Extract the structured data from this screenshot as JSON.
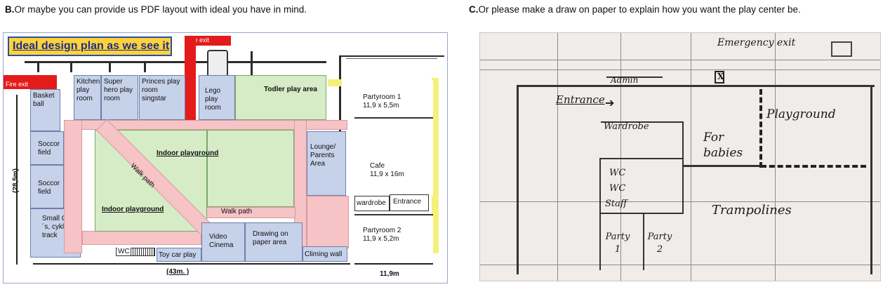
{
  "captions": {
    "left_letter": "B.",
    "left_text": "Or maybe you can provide us PDF layout with ideal you have in mind.",
    "right_letter": "C.",
    "right_text": "Or please make a draw on paper to explain how you want the play center be."
  },
  "plan": {
    "title": "Ideal design plan as we see it",
    "fire_exit_top": "Fire exit",
    "fire_exit_left": "Fire exit",
    "rooms": {
      "basket_ball": "Basket ball",
      "kitchen": "Kitchen play room",
      "super_hero": "Super hero play room",
      "princes": "Princes play room singstar",
      "lego": "Lego play room",
      "todler": "Todler play area",
      "partyroom1_name": "Partyroom 1",
      "partyroom1_size": "11,9 x 5,5m",
      "soccor1": "Soccor field",
      "soccor2": "Soccor field",
      "small_cars": "Small Car´s, cykle´s track",
      "indoor1": "Indoor playground",
      "indoor2": "Indoor playground",
      "walk1": "Walk path",
      "walk2": "Walk path",
      "lounge": "Lounge/ Parents Area",
      "cafe_name": "Cafe",
      "cafe_size": "11,9 x 16m",
      "wardrobe": "wardrobe",
      "entrance": "Entrance",
      "partyroom2_name": "Partyroom 2",
      "partyroom2_size": "11,9 x 5,2m",
      "video": "Video Cinema",
      "drawing": "Drawing on paper area",
      "climbing": "Climing wall",
      "toy_car": "Toy car play",
      "wc": "WC"
    },
    "dim_height": "(28,5m)",
    "dim_width": "(43m. )",
    "dim_width2": "11,9m"
  },
  "sketch": {
    "emergency": "Emergency exit",
    "admin": "Admin",
    "entrance": "Entrance",
    "wardrobe": "Wardrobe",
    "playground": "Playground",
    "for_babies": "For babies",
    "wc1": "WC",
    "wc2": "WC",
    "staff": "Staff",
    "trampolines": "Trampolines",
    "party1": "Party 1",
    "party2": "Party 2",
    "exit_mark": "X"
  }
}
